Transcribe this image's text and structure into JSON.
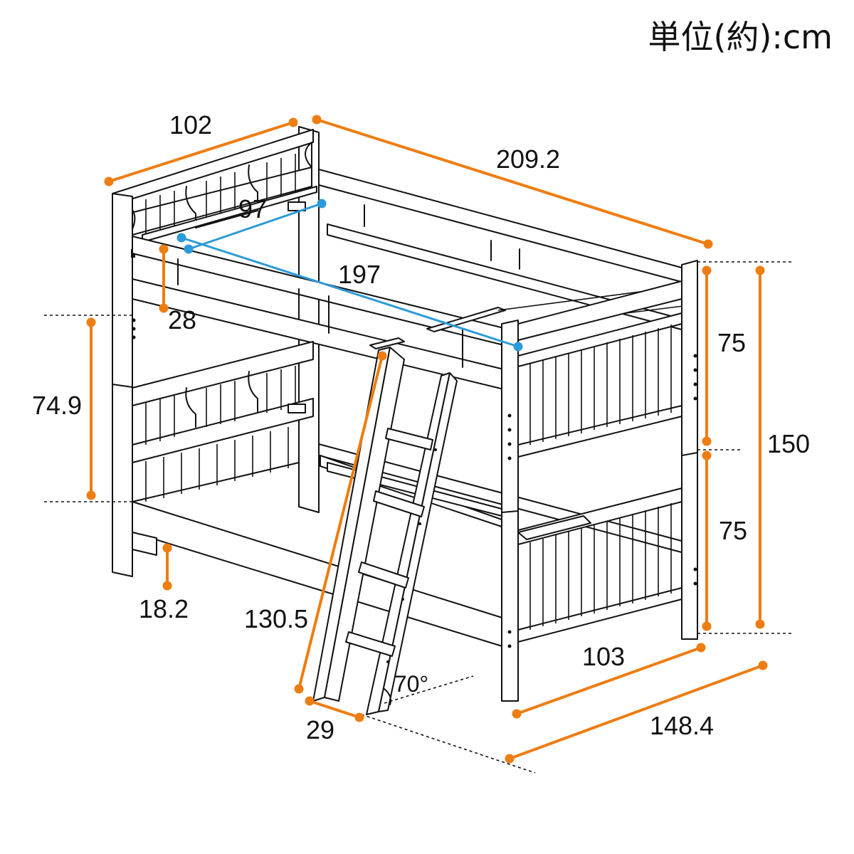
{
  "unit_label": "単位(約):cm",
  "dimensions": {
    "width_top": "102",
    "length_top": "209.2",
    "inner_width": "97",
    "inner_length": "197",
    "guard_height": "28",
    "lower_clearance": "74.9",
    "upper_section": "75",
    "lower_section": "75",
    "total_height": "150",
    "floor_clearance": "18.2",
    "ladder_length": "130.5",
    "ladder_width": "29",
    "ladder_angle": "70°",
    "footprint_depth": "103",
    "depth_with_ladder": "148.4"
  },
  "colors": {
    "dimension_orange": "#EE7D12",
    "inner_blue": "#2C9AD8",
    "line": "#111111"
  }
}
